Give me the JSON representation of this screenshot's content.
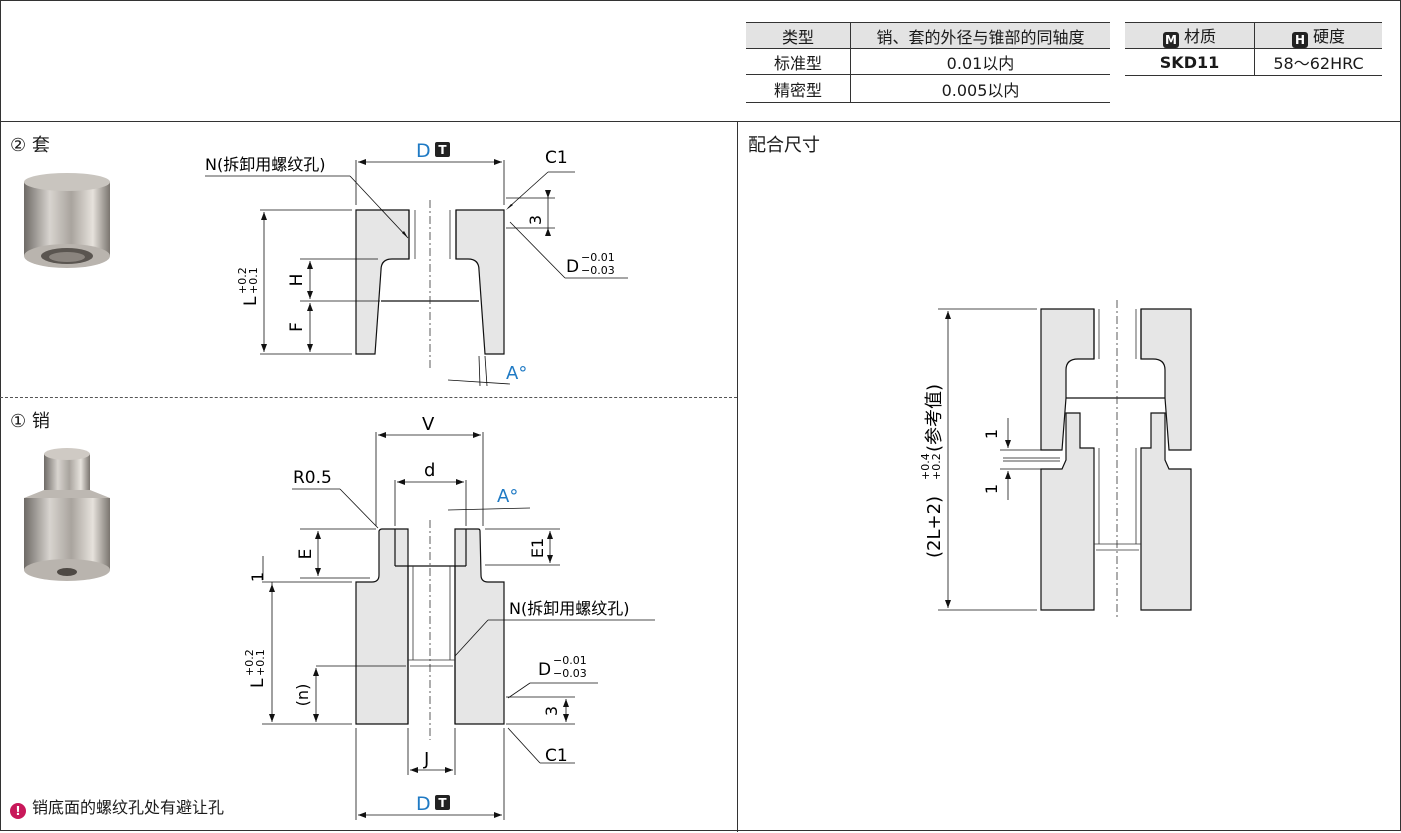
{
  "coaxiality_table": {
    "headers": [
      "类型",
      "销、套的外径与锥部的同轴度"
    ],
    "rows": [
      [
        "标准型",
        "0.01以内"
      ],
      [
        "精密型",
        "0.005以内"
      ]
    ]
  },
  "material_table": {
    "material_badge": "M",
    "material_header": "材质",
    "hardness_badge": "H",
    "hardness_header": "硬度",
    "material_value": "SKD11",
    "hardness_value": "58～62HRC"
  },
  "sleeve": {
    "title": "② 套",
    "thread_label": "N(拆卸用螺纹孔)",
    "dim_D": "D",
    "badge_T": "T",
    "chamfer": "C1",
    "dim_3": "3",
    "dim_D_tol": "D",
    "tol_upper": "−0.01",
    "tol_lower": "−0.03",
    "dim_L": "L",
    "L_tol_upper": "+0.2",
    "L_tol_lower": "+0.1",
    "dim_H": "H",
    "dim_F": "F",
    "dim_A": "A°"
  },
  "pin": {
    "title": "① 销",
    "dim_V": "V",
    "radius": "R0.5",
    "dim_d": "d",
    "dim_A": "A°",
    "dim_E": "E",
    "dim_E1": "E1",
    "dim_1": "1",
    "thread_label": "N(拆卸用螺纹孔)",
    "dim_L": "L",
    "L_tol_upper": "+0.2",
    "L_tol_lower": "+0.1",
    "dim_D_tol": "D",
    "tol_upper": "−0.01",
    "tol_lower": "−0.03",
    "dim_n": "(n)",
    "dim_3": "3",
    "dim_J": "J",
    "chamfer": "C1",
    "dim_D": "D",
    "badge_T": "T",
    "note": "销底面的螺纹孔处有避让孔"
  },
  "fit": {
    "title": "配合尺寸",
    "dim_total": "(2L+2)",
    "tol_upper": "+0.4",
    "tol_lower": "+0.2",
    "ref": "(参考值)",
    "dim_1a": "1",
    "dim_1b": "1"
  },
  "colors": {
    "accent_blue": "#1f7ac4",
    "fill_gray": "#e6e6e6",
    "warn": "#c8185a"
  }
}
